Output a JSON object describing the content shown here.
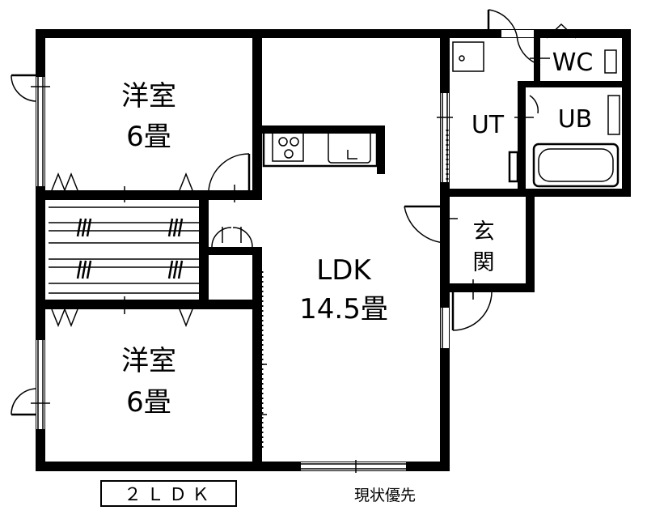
{
  "rooms": {
    "western_room_top": {
      "label": "洋室",
      "size": "6畳"
    },
    "western_room_bottom": {
      "label": "洋室",
      "size": "6畳"
    },
    "ldk": {
      "label": "LDK",
      "size": "14.5畳"
    },
    "wc": {
      "label": "WC"
    },
    "ut": {
      "label": "UT"
    },
    "ub": {
      "label": "UB"
    },
    "entrance": {
      "line1": "玄",
      "line2": "関"
    }
  },
  "layout_type": "２ＬＤＫ",
  "note": "現状優先"
}
